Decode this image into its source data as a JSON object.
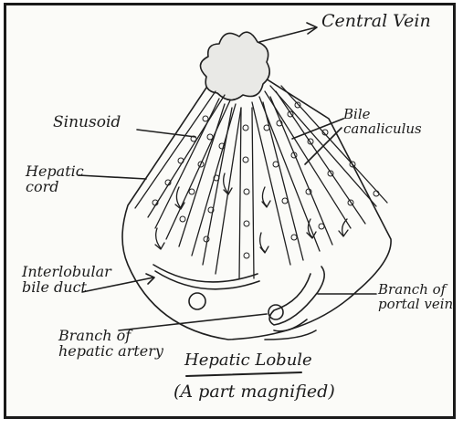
{
  "diagram": {
    "labels": {
      "central_vein": "Central Vein",
      "sinusoid": "Sinusoid",
      "hepatic_cord_line1": "Hepatic",
      "hepatic_cord_line2": "cord",
      "bile_canaliculus_line1": "Bile",
      "bile_canaliculus_line2": "canaliculus",
      "interlobular_line1": "Interlobular",
      "interlobular_line2": "bile duct",
      "branch_portal_line1": "Branch of",
      "branch_portal_line2": "portal vein",
      "branch_hepatic_line1": "Branch of",
      "branch_hepatic_line2": "hepatic artery",
      "title": "Hepatic Lobule",
      "subtitle": "(A part magnified)"
    }
  }
}
